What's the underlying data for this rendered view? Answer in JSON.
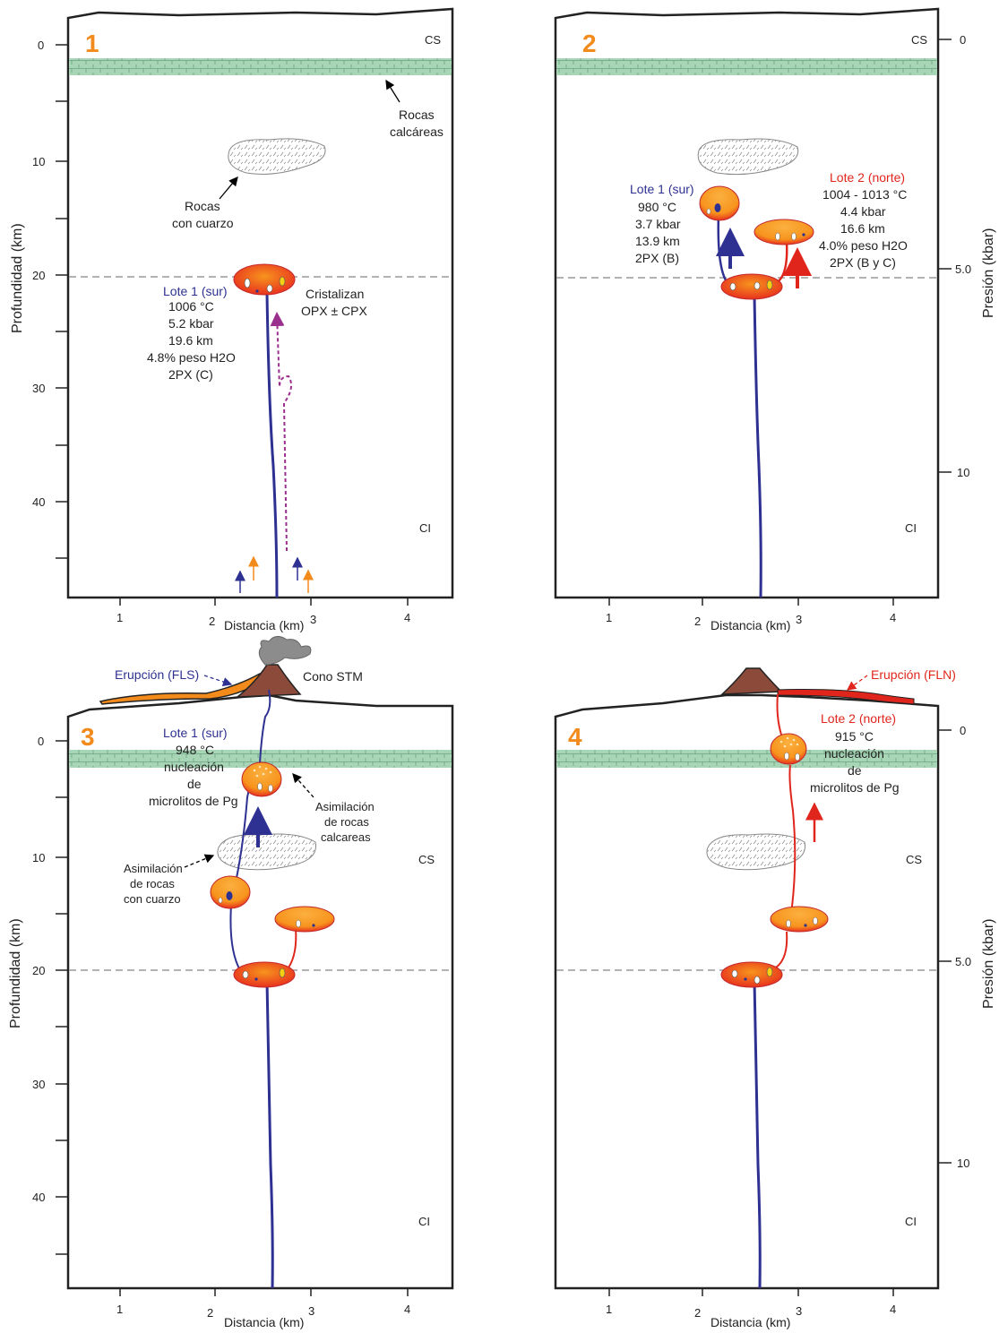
{
  "colors": {
    "blue": "#2e3192",
    "red": "#e0261c",
    "orange": "#f28b1c",
    "limestone": "#a8d5b5",
    "magma_hot": "#e8321e",
    "magma_warm": "#f7941d"
  },
  "axes": {
    "depth_label": "Profundidad (km)",
    "pressure_label": "Presión (kbar)",
    "distance_label": "Distancia (km)",
    "depth_ticks": [
      "0",
      "10",
      "20",
      "30",
      "40"
    ],
    "distance_ticks": [
      "1",
      "2",
      "3",
      "4"
    ],
    "pressure_ticks": [
      "0",
      "5.0",
      "10"
    ]
  },
  "layers": {
    "upper_crust": "CS",
    "lower_crust": "CI"
  },
  "panel1": {
    "number": "1",
    "limestone_line1": "Rocas",
    "limestone_line2": "calcáreas",
    "quartz_line1": "Rocas",
    "quartz_line2": "con cuarzo",
    "cryst_line1": "Cristalizan",
    "cryst_line2": "OPX ± CPX",
    "batch_title": "Lote 1 (sur)",
    "batch_lines": [
      "1006 °C",
      "5.2 kbar",
      "19.6 km",
      "4.8% peso H2O",
      "2PX (C)"
    ]
  },
  "panel2": {
    "number": "2",
    "batch1_title": "Lote 1 (sur)",
    "batch1_lines": [
      "980 °C",
      "3.7 kbar",
      "13.9 km",
      "2PX (B)"
    ],
    "batch2_title": "Lote 2 (norte)",
    "batch2_lines": [
      "1004 - 1013 °C",
      "4.4 kbar",
      "16.6 km",
      "4.0% peso H2O",
      "2PX (B y C)"
    ]
  },
  "panel3": {
    "number": "3",
    "eruption": "Erupción (FLS)",
    "cone": "Cono STM",
    "batch_title": "Lote 1 (sur)",
    "batch_lines": [
      "948 °C",
      "nucleación",
      "de",
      "microlitos de Pg"
    ],
    "assim_lime_lines": [
      "Asimilación",
      "de rocas",
      "calcareas"
    ],
    "assim_quartz_lines": [
      "Asimilación",
      "de rocas",
      "con cuarzo"
    ]
  },
  "panel4": {
    "number": "4",
    "eruption": "Erupción (FLN)",
    "batch_title": "Lote 2 (norte)",
    "batch_lines": [
      "915 °C",
      "nucleación",
      "de",
      "microlitos de Pg"
    ]
  }
}
